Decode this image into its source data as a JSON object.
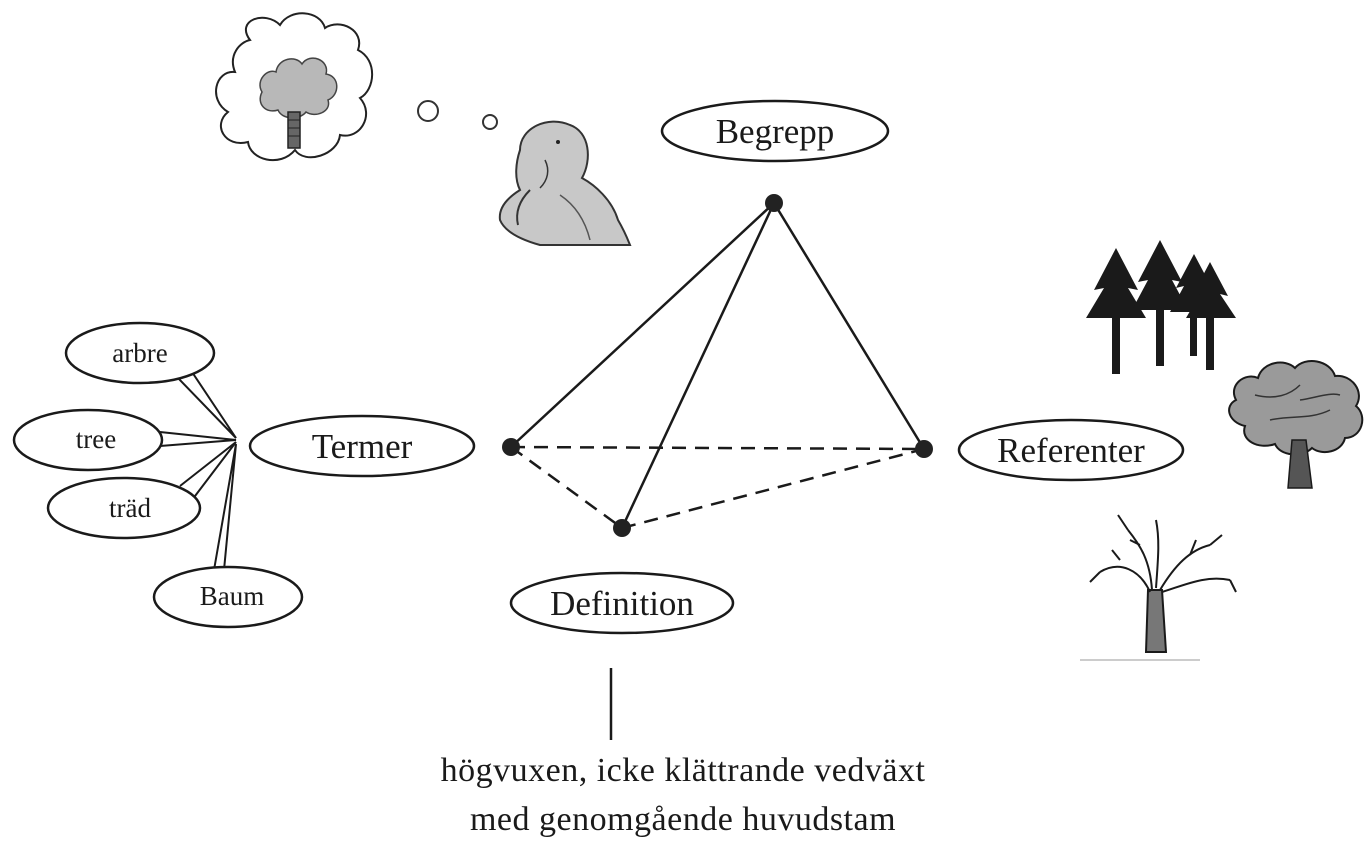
{
  "labels": {
    "begrepp": "Begrepp",
    "termer": "Termer",
    "referenter": "Referenter",
    "definition": "Definition"
  },
  "terms": [
    "arbre",
    "tree",
    "träd",
    "Baum"
  ],
  "definition_text": {
    "line1": "högvuxen, icke klättrande vedväxt",
    "line2": "med genomgående huvudstam"
  }
}
